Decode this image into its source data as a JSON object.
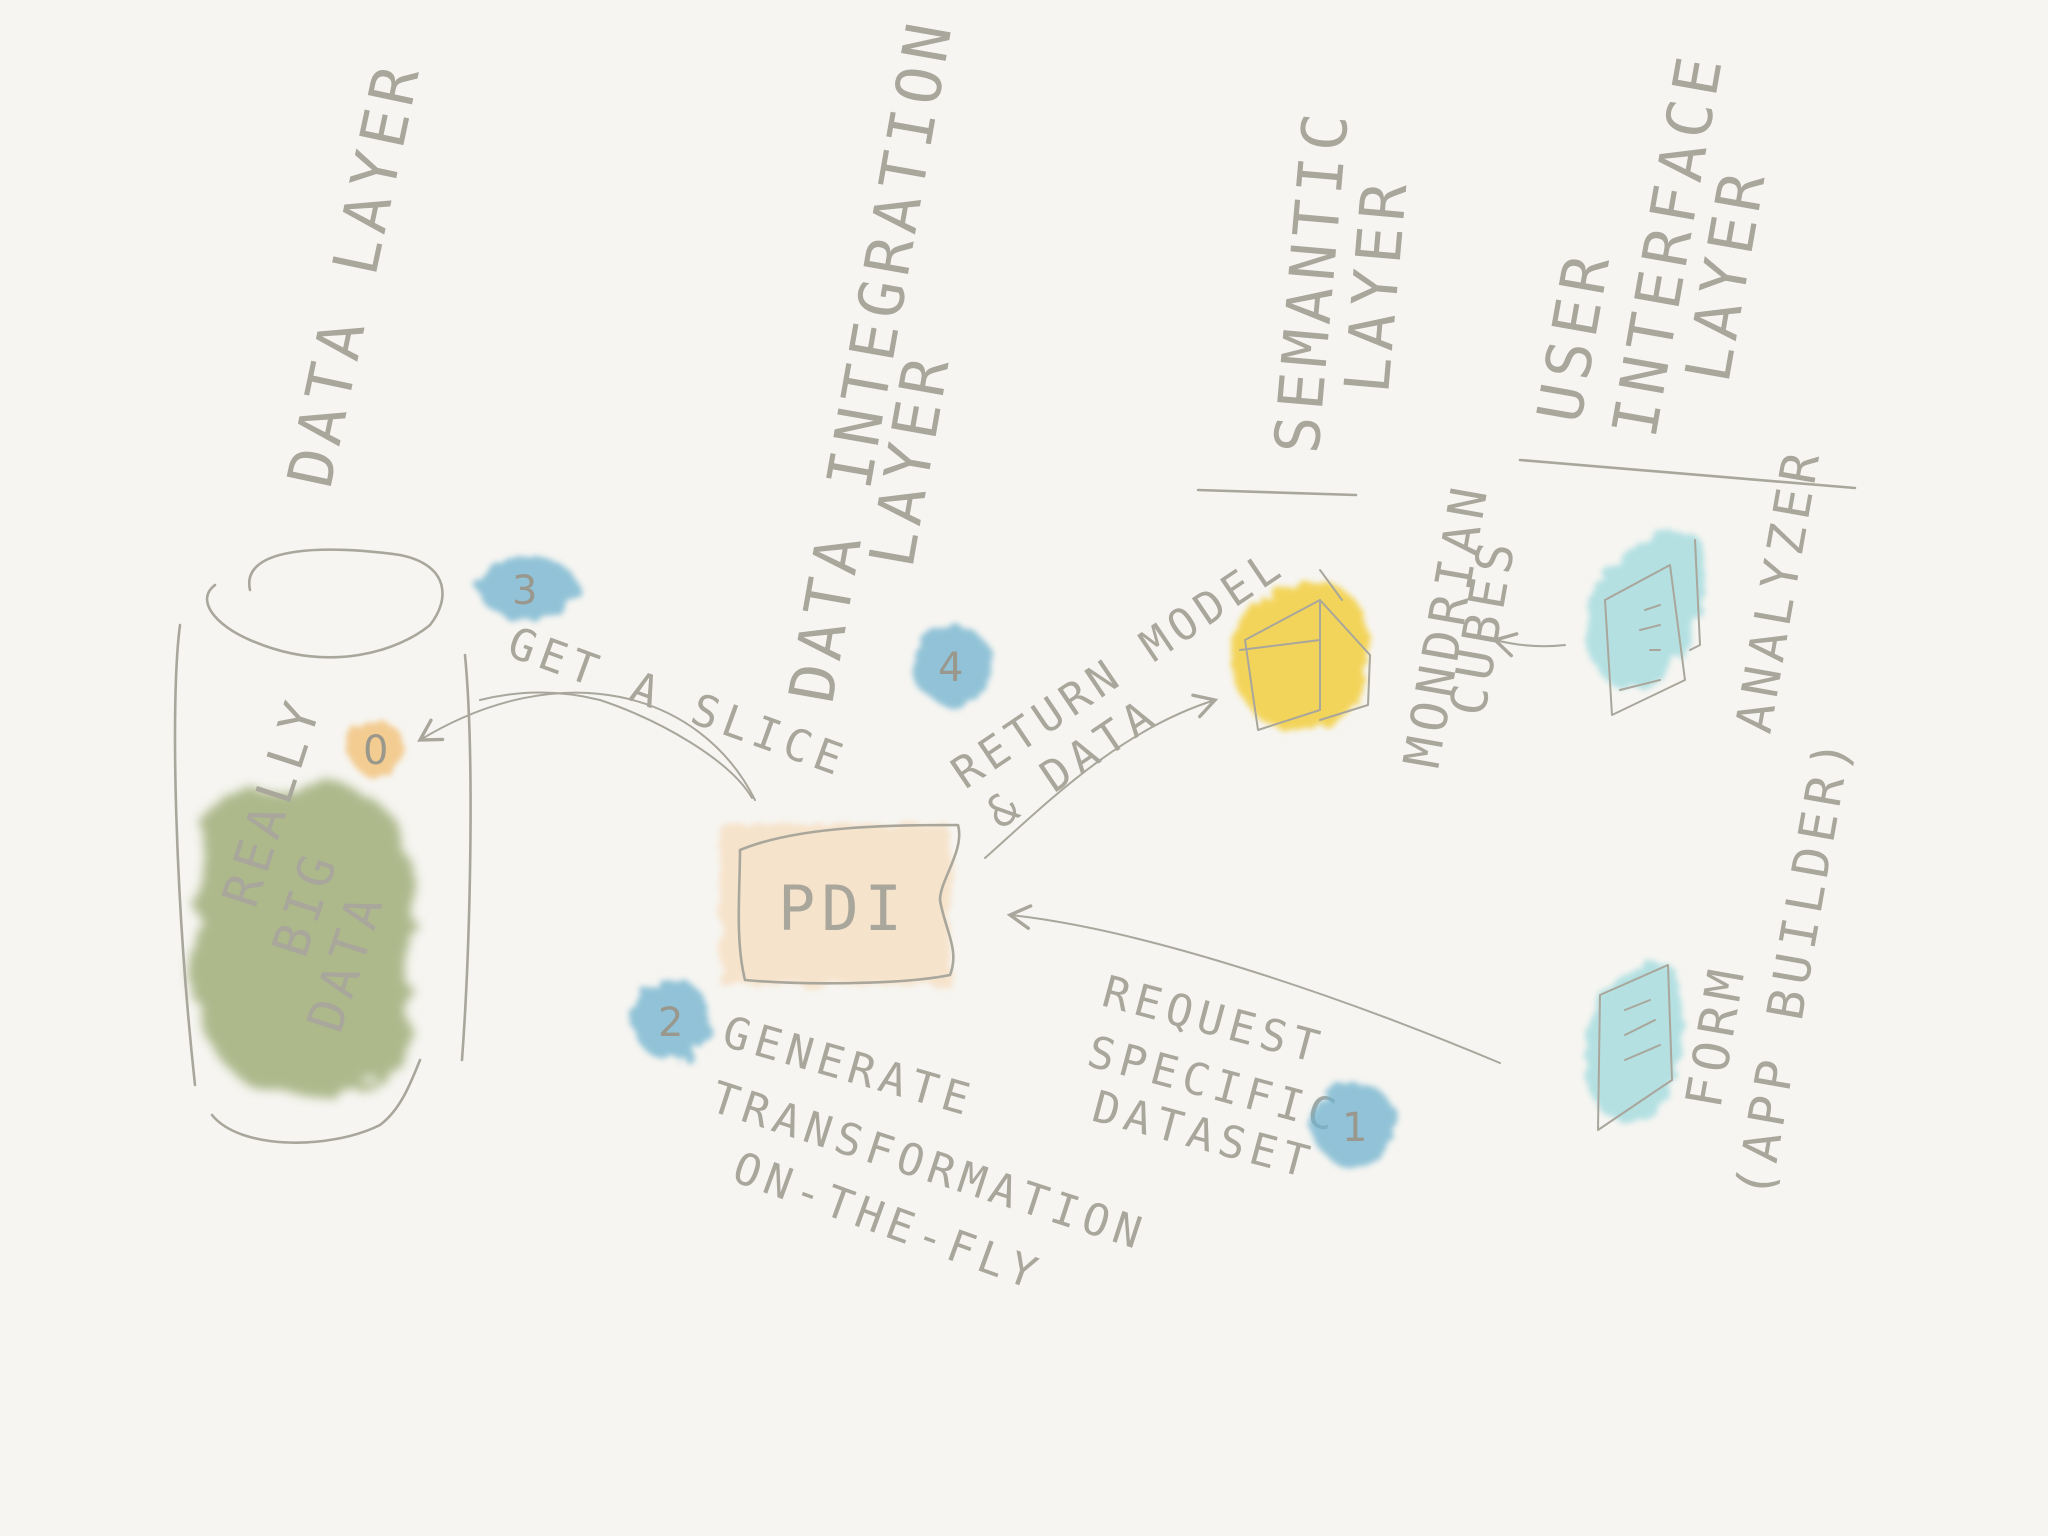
{
  "layers": {
    "data_layer": "DATA LAYER",
    "integration_layer_line1": "DATA INTEGRATION",
    "integration_layer_line2": "LAYER",
    "semantic_layer_line1": "SEMANTIC",
    "semantic_layer_line2": "LAYER",
    "ui_layer_line1": "USER",
    "ui_layer_line2": "INTERFACE",
    "ui_layer_line3": "LAYER"
  },
  "nodes": {
    "database_line1": "REALLY",
    "database_line2": "BIG",
    "database_line3": "DATA",
    "pdi": "PDI",
    "cubes_line1": "MONDRIAN",
    "cubes_line2": "CUBES",
    "analyzer": "ANALYZER",
    "form_line1": "FORM",
    "form_line2": "(APP BUILDER)"
  },
  "steps": {
    "s0": "0",
    "s1": "1",
    "s2": "2",
    "s3": "3",
    "s4": "4",
    "get_slice": "GET A SLICE",
    "generate_line1": "GENERATE",
    "generate_line2": "TRANSFORMATION",
    "generate_line3": "ON-THE-FLY",
    "request_line1": "REQUEST",
    "request_line2": "SPECIFIC",
    "request_line3": "DATASET",
    "return_line1": "RETURN MODEL",
    "return_line2": "& DATA"
  },
  "colors": {
    "ink": "#a9a69c",
    "blue_dot": "#6fb2cf",
    "orange_dot": "#f2c27a",
    "green_blob": "#95a56b",
    "peach_box": "#f7dfc2",
    "yellow_cube": "#f3cf3f",
    "cyan_screen": "#a9dde0"
  }
}
